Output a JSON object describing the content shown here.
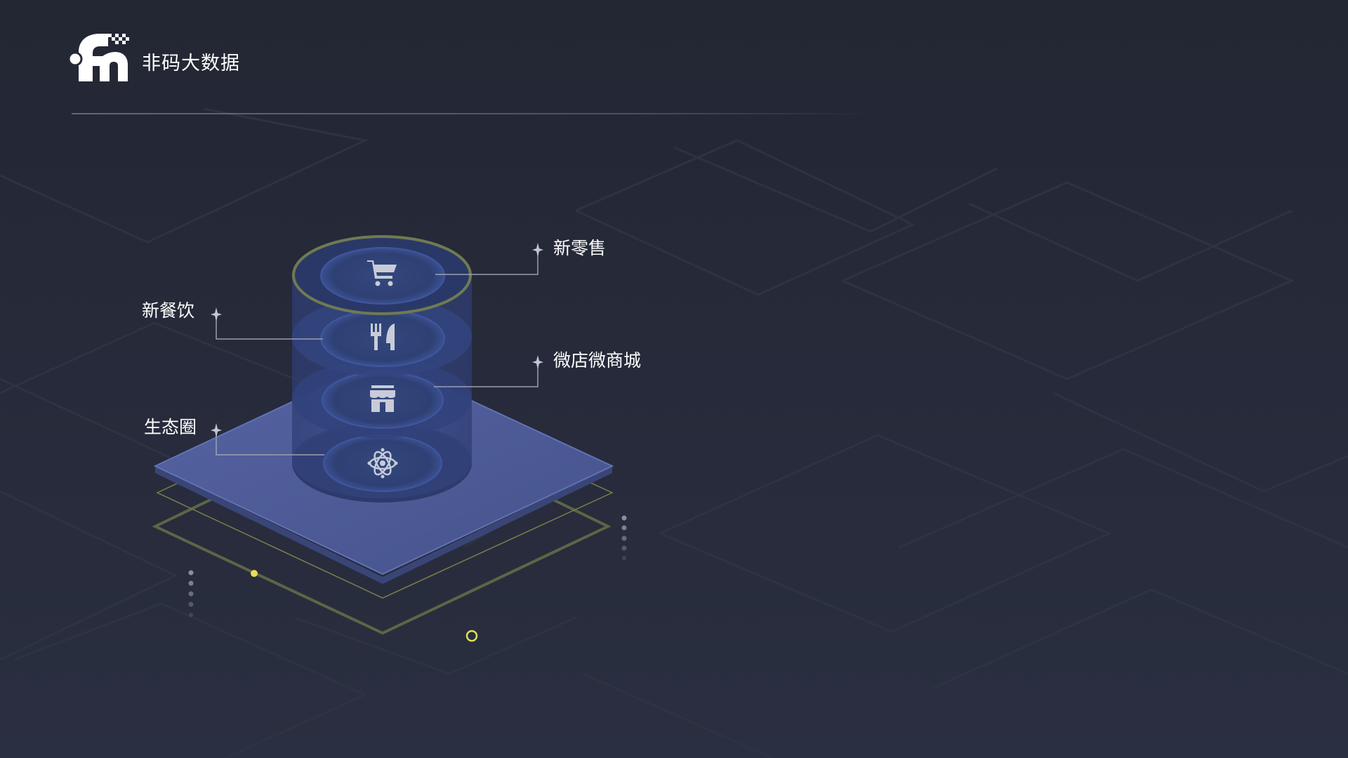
{
  "brand": {
    "name": "非码大数据",
    "logo_icon": "brand-logo-icon"
  },
  "diagram": {
    "layers": [
      {
        "label": "新零售",
        "icon": "shopping-cart-icon"
      },
      {
        "label": "新餐饮",
        "icon": "fork-knife-icon"
      },
      {
        "label": "微店微商城",
        "icon": "storefront-icon"
      },
      {
        "label": "生态圈",
        "icon": "atom-icon"
      }
    ]
  },
  "colors": {
    "background": "#262a38",
    "platform": "#4a5894",
    "accent_yellow": "#e3df5a",
    "ring_olive": "#7d8a5a",
    "text": "#ffffff"
  }
}
